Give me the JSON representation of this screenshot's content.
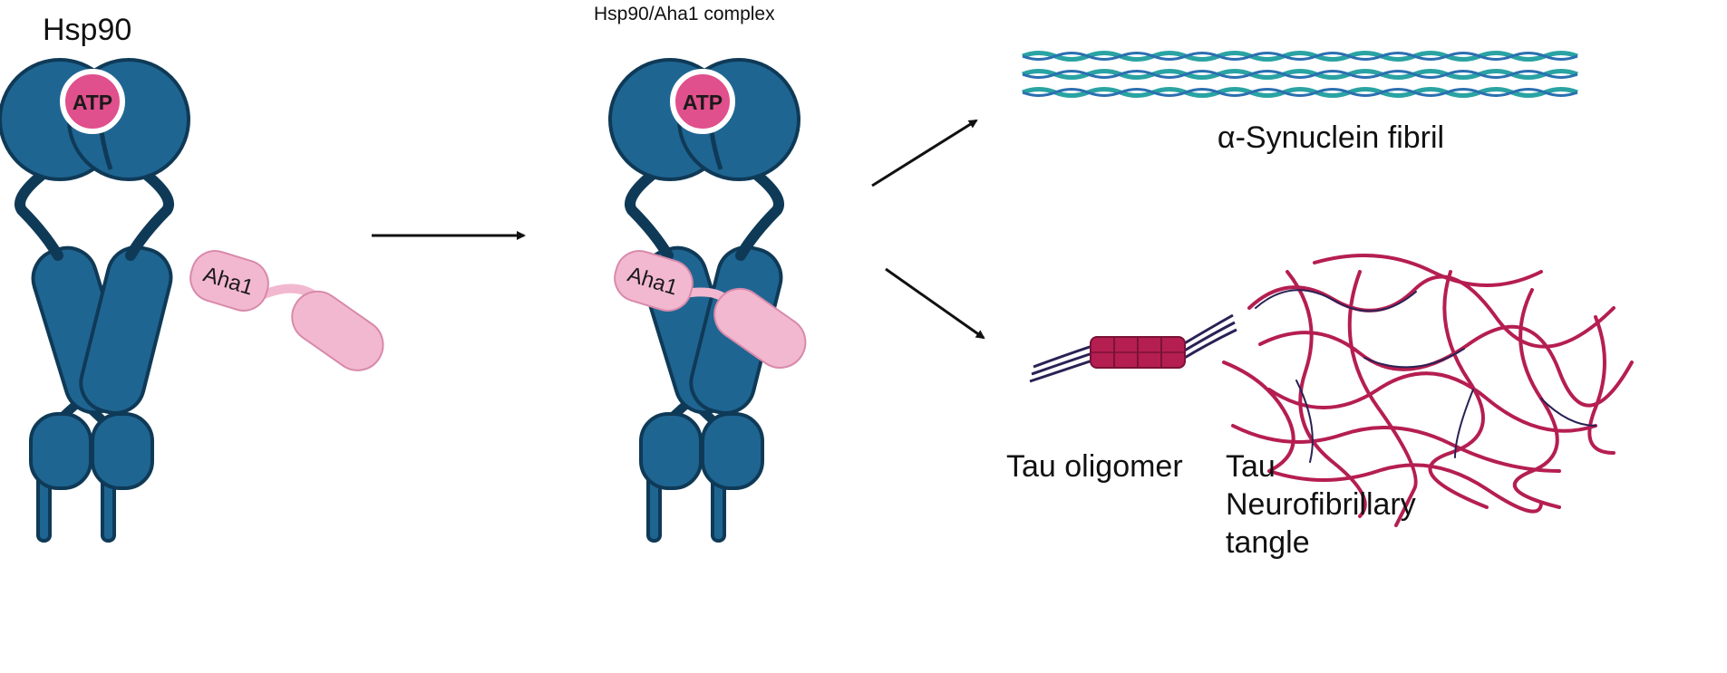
{
  "labels": {
    "hsp90": "Hsp90",
    "complex": "Hsp90/Aha1 complex",
    "synuclein": "α-Synuclein fibril",
    "tau_oligomer": "Tau oligomer",
    "tau_tangle_line1": "Tau",
    "tau_tangle_line2": "Neurofibrillary",
    "tau_tangle_line3": "tangle"
  },
  "protein_labels": {
    "atp": "ATP",
    "aha1": "Aha1"
  },
  "colors": {
    "hsp90_fill": "#1f6592",
    "hsp90_stroke": "#0f3a57",
    "atp_fill": "#e0508c",
    "atp_ring": "#ffffff",
    "aha1_fill": "#f2b8cf",
    "aha1_stroke": "#d88aab",
    "fibril_teal": "#2aa3a3",
    "fibril_blue": "#2b6fb0",
    "tau_red": "#b51e51",
    "tau_dark": "#2a2155",
    "arrow": "#111111"
  }
}
